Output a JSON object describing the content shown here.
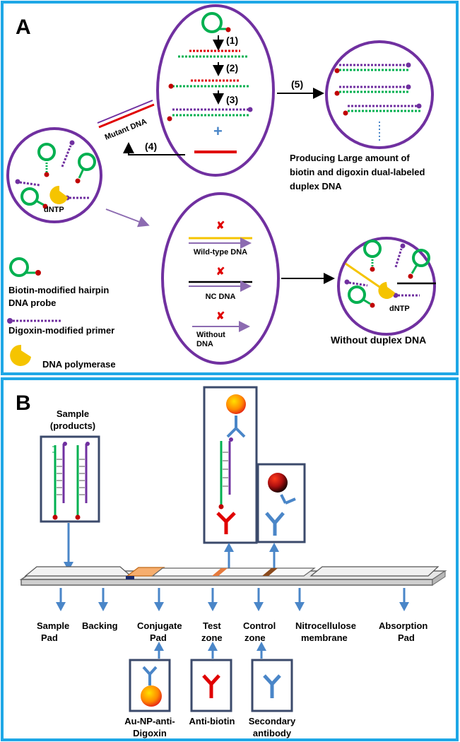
{
  "panel_a": {
    "letter": "A",
    "steps": [
      "(1)",
      "(2)",
      "(3)",
      "(4)",
      "(5)"
    ],
    "plus_sign": "+",
    "mutant_dna": "Mutant DNA",
    "dntp": "dNTP",
    "producing": [
      "Producing Large amount of",
      "biotin and digoxin  dual-labeled",
      "duplex DNA"
    ],
    "wild_type": "Wild-type DNA",
    "nc_dna": "NC DNA",
    "without_dna": [
      "Without",
      "DNA"
    ],
    "cross": "✘",
    "without_duplex": "Without duplex DNA",
    "legend": {
      "hairpin": [
        "Biotin-modified hairpin",
        "DNA probe"
      ],
      "primer": "Digoxin-modified primer",
      "polymerase": "DNA polymerase"
    }
  },
  "panel_b": {
    "letter": "B",
    "sample": [
      "Sample",
      "(products)"
    ],
    "strip_labels": [
      [
        "Sample",
        "Pad"
      ],
      [
        "Backing"
      ],
      [
        "Conjugate",
        "Pad"
      ],
      [
        "Test",
        "zone"
      ],
      [
        "Control",
        "zone"
      ],
      [
        "Nitrocellulose",
        "membrane"
      ],
      [
        "Absorption",
        "Pad"
      ]
    ],
    "reagents": [
      [
        "Au-NP-anti-",
        "Digoxin"
      ],
      [
        "Anti-biotin"
      ],
      [
        "Secondary",
        "antibody"
      ]
    ]
  },
  "colors": {
    "frame": "#1ea7e6",
    "purple": "#7030a0",
    "green": "#00b050",
    "red": "#e00000",
    "yellow": "#f5c400",
    "blue_arrow": "#4a86c8",
    "dark_box": "#3b4a6b"
  }
}
